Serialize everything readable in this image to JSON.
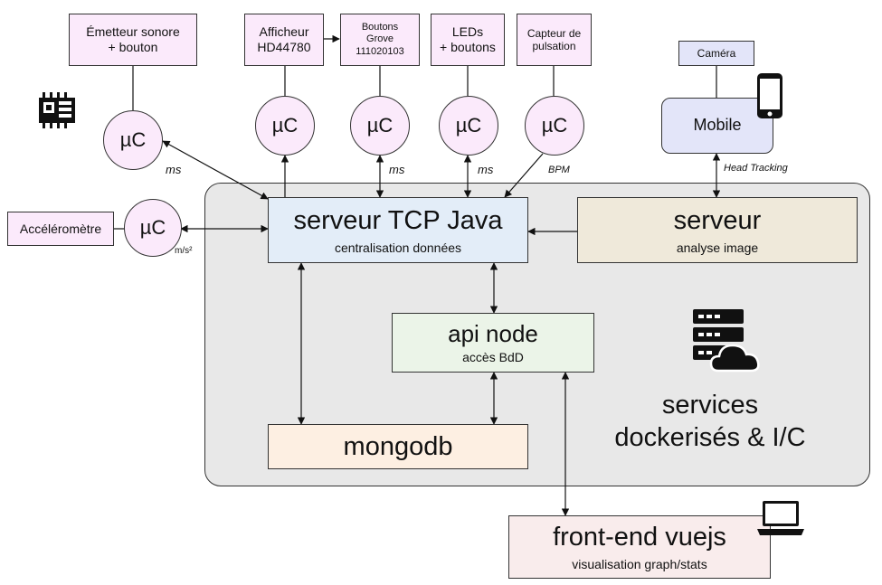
{
  "devices": {
    "emetteur": "Émetteur sonore\n+ bouton",
    "afficheur": "Afficheur\nHD44780",
    "boutons": "Boutons\nGrove\n111020103",
    "leds": "LEDs\n+ boutons",
    "capteur": "Capteur de\npulsation",
    "accelerometre": "Accéléromètre",
    "camera": "Caméra",
    "mobile": "Mobile"
  },
  "microcontroller_label": "µC",
  "link_labels": {
    "ms_1": "ms",
    "ms_2": "ms",
    "ms_3": "ms",
    "bpm": "BPM",
    "ms2": "m/s²",
    "head_tracking": "Head Tracking"
  },
  "services": {
    "tcp_title": "serveur TCP Java",
    "tcp_sub": "centralisation données",
    "img_title": "serveur",
    "img_sub": "analyse image",
    "api_title": "api node",
    "api_sub": "accès BdD",
    "mongo_title": "mongodb",
    "group_label": "services\ndockerisés & I/C"
  },
  "frontend": {
    "title": "front-end vuejs",
    "sub": "visualisation graph/stats"
  },
  "icons": [
    "microchip-icon",
    "smartphone-icon",
    "server-cloud-icon",
    "laptop-icon"
  ],
  "colors": {
    "device_fill": "#fbeafb",
    "group_fill": "#e8e8e8",
    "tcp_fill": "#e3edf8",
    "img_fill": "#efe9da",
    "api_fill": "#ebf4e8",
    "mongo_fill": "#fdefe2",
    "mobile_fill": "#e3e5f9",
    "front_fill": "#f9ecec"
  }
}
